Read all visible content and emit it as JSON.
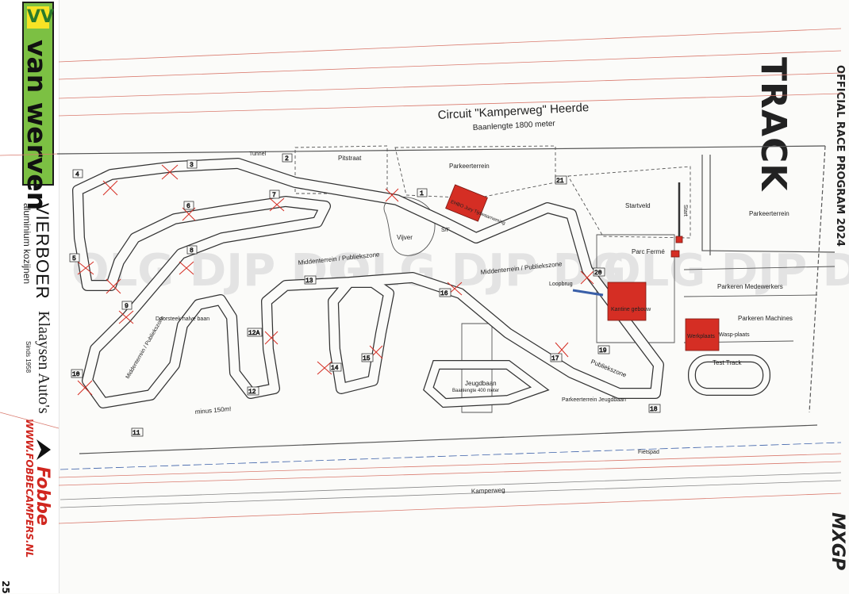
{
  "sidebar": {
    "van_werven": {
      "logo_mark": "VV",
      "name": "van werven"
    },
    "vierboer": {
      "name": "VIERBOER",
      "tagline": "aluminium kozijnen"
    },
    "klaaysen": {
      "name": "Klaaysen Auto's",
      "since": "Sinds 1958"
    },
    "fobbe": {
      "brand": "Fobbe",
      "url": "WWW.FOBBECAMPERS.NL"
    },
    "page_number": "25"
  },
  "header": {
    "program_title": "OFFICIAL RACE PROGRAM 2024",
    "section_title": "TRACK",
    "brand_logo": "MXGP"
  },
  "map": {
    "title": "Circuit \"Kamperweg\" Heerde",
    "subtitle": "Baanlengte 1800 meter",
    "areas": {
      "pitstraat": "Pitstraat",
      "parkeerterrein_top": "Parkeerterrein",
      "parkeerterrein_right": "Parkeerterrein",
      "startveld": "Startveld",
      "start": "Start",
      "ehbo": "EHBO Jury Tijdwaarneming",
      "vijver": "Vijver",
      "middenterrein_center": "Middenterrein / Publiekszone",
      "middenterrein_right": "Middenterrein / Publiekszone",
      "middenterrein_left": "Middenterrein / Publiekszone",
      "parc_ferme": "Parc Fermé",
      "parkeren_medewerkers": "Parkeren Medewerkers",
      "parkeren_machines": "Parkeren Machines",
      "kantine": "Kantine gebouw",
      "werkplaats": "Werkplaats",
      "wasplaats": "Wasp-plaats",
      "test_track": "Test Track",
      "loopbrug": "Loopbrug",
      "publiekszone": "Publiekszone",
      "jeugdbaan": "Jeugdbaan",
      "jeugdbaan_length": "Baanlengte 400 meter",
      "parkeerterrein_jeugdbaan": "Parkeerterrein Jeugdbaan",
      "doorsteek": "Doorsteek halve baan",
      "minus": "minus 150m!",
      "tunnel": "Tunnel",
      "sf": "S/F",
      "fietspad": "Fietspad",
      "kamperweg": "Kamperweg"
    },
    "markers": [
      "1",
      "2",
      "3",
      "4",
      "5",
      "6",
      "7",
      "8",
      "9",
      "10",
      "11",
      "12",
      "12A",
      "13",
      "14",
      "15",
      "16",
      "17",
      "18",
      "19",
      "20",
      "21"
    ],
    "watermark": "OLG DJP DG"
  }
}
